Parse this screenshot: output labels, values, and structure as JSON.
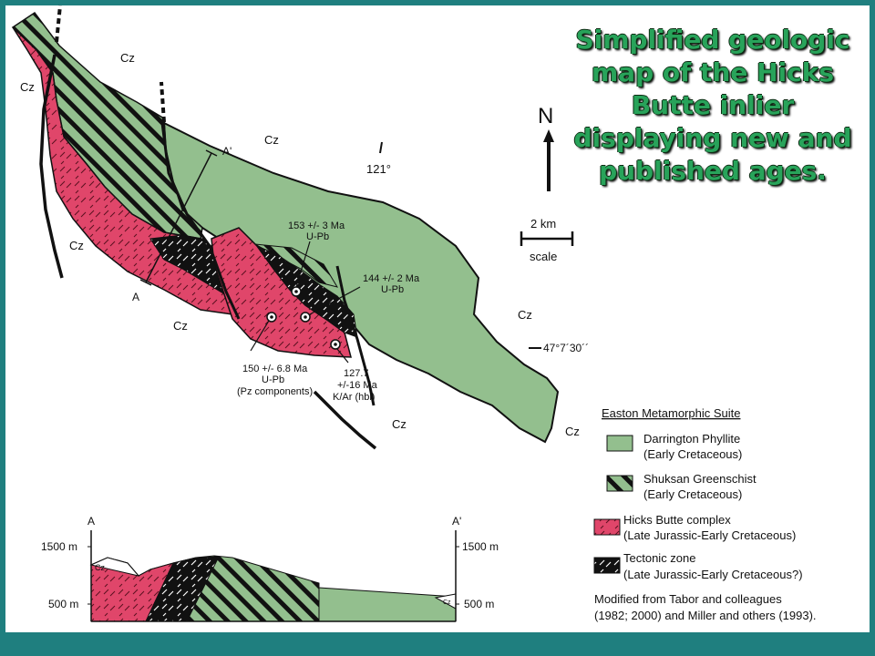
{
  "title": "Simplified geologic map of the Hicks Butte inlier displaying new and published ages.",
  "map": {
    "cz_labels": [
      "Cz",
      "Cz",
      "Cz",
      "Cz",
      "Cz",
      "Cz",
      "Cz",
      "Cz"
    ],
    "section_A": "A",
    "section_A_prime": "A'",
    "strike": "121°",
    "latitude": "47°7´30´´",
    "north": "N",
    "scale_distance": "2 km",
    "scale_word": "scale",
    "ages": {
      "a1": [
        "153 +/- 3 Ma",
        "U-Pb"
      ],
      "a2": [
        "144 +/- 2 Ma",
        "U-Pb"
      ],
      "a3": [
        "150 +/- 6.8 Ma",
        "U-Pb",
        "(Pz components)"
      ],
      "a4": [
        "127.7",
        "+/-16 Ma",
        "K/Ar (hbl)"
      ]
    }
  },
  "cross_section": {
    "left_label": "A",
    "right_label": "A'",
    "left_ticks": [
      "1500 m",
      "500 m"
    ],
    "right_ticks": [
      "1500 m",
      "500 m"
    ],
    "cz_left": "Cz",
    "cz_right": "Cz"
  },
  "legend": {
    "heading": "Easton Metamorphic Suite",
    "items": [
      {
        "name": "Darrington Phyllite",
        "age": "(Early Cretaceous)"
      },
      {
        "name": "Shuksan Greenschist",
        "age": "(Early Cretaceous)"
      },
      {
        "name": "Hicks Butte complex",
        "age": "(Late Jurassic-Early Cretaceous)"
      },
      {
        "name": "Tectonic zone",
        "age": "(Late Jurassic-Early Cretaceous?)"
      }
    ],
    "credit": [
      "Modified from Tabor and colleagues",
      "(1982; 2000) and Miller and others (1993)."
    ]
  },
  "colors": {
    "darrington": "#93bf8e",
    "shuksan": "#93bf8e",
    "hicks_butte": "#e0466a",
    "tectonic": "#111111",
    "frame": "#1f7f7f",
    "title": "#28a35a"
  }
}
